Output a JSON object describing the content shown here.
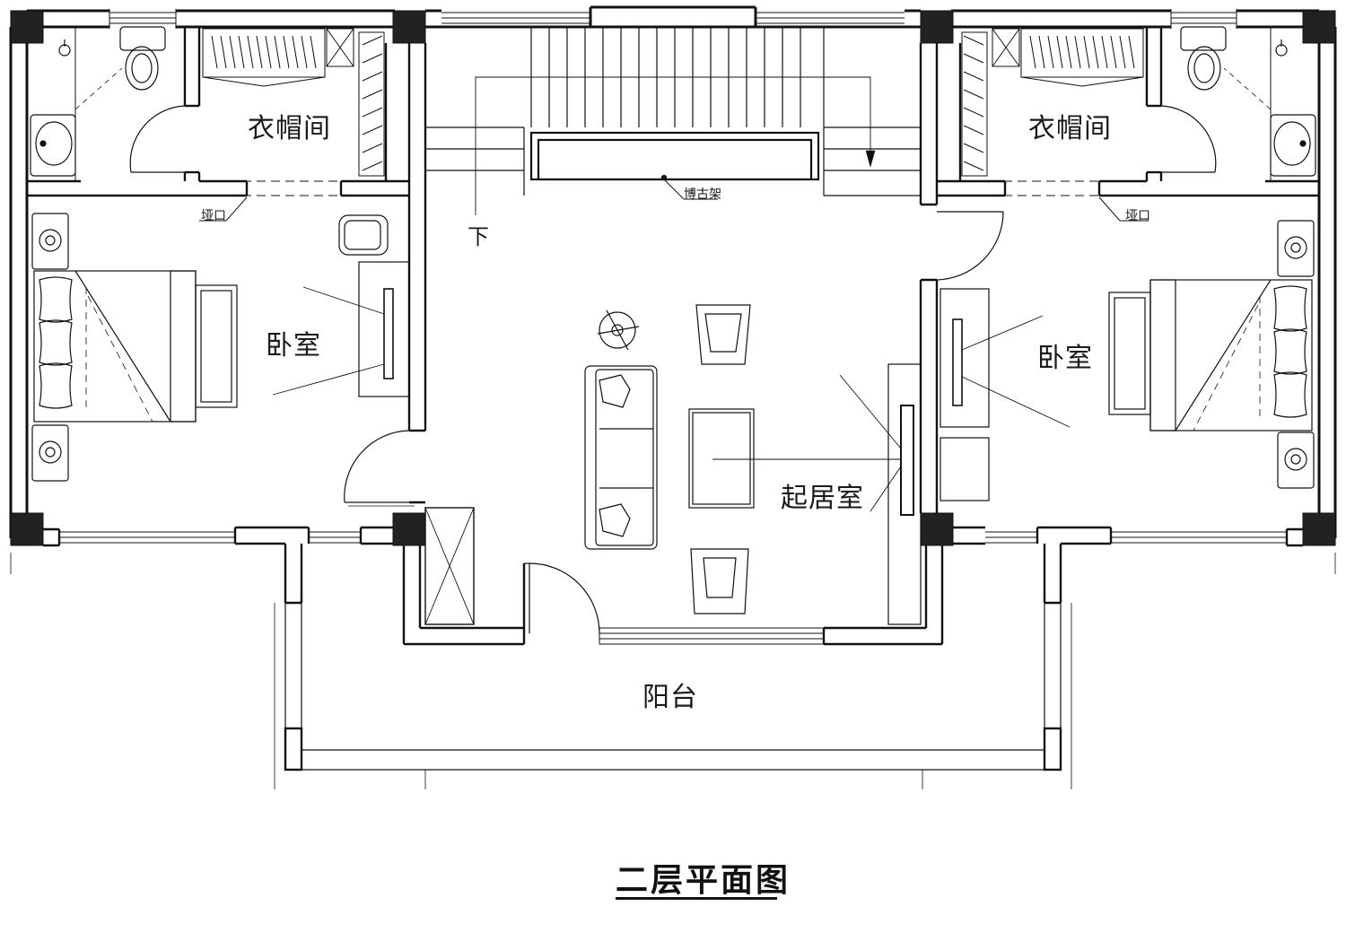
{
  "drawing": {
    "title": "二层平面图",
    "rooms": {
      "cloakroom_left": "衣帽间",
      "cloakroom_right": "衣帽间",
      "bedroom_left": "卧室",
      "bedroom_right": "卧室",
      "living_room": "起居室",
      "balcony": "阳台"
    },
    "annotations": {
      "opening_left": "垭口",
      "opening_right": "垭口",
      "curio_shelf": "博古架",
      "stair_down": "下"
    }
  }
}
